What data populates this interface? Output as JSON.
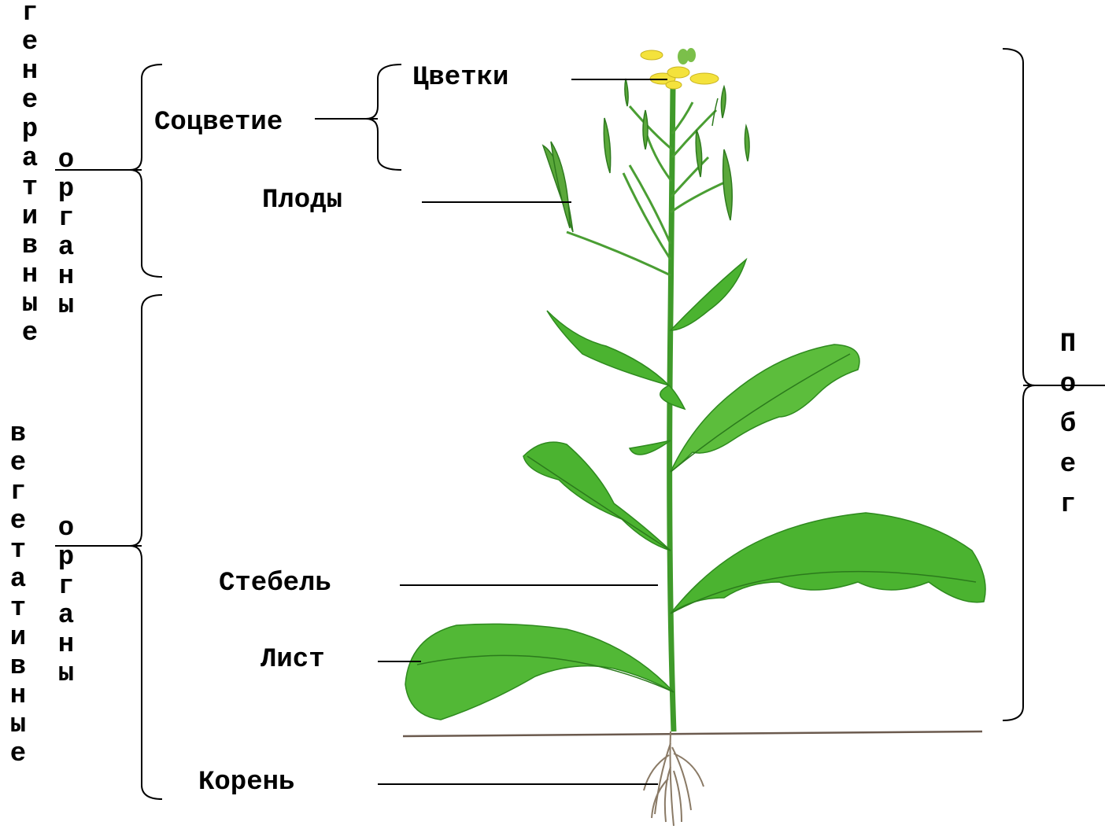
{
  "labels": {
    "generative_1": "генеративные",
    "generative_2": "органы",
    "vegetative_1": "вегетативные",
    "vegetative_2": "органы",
    "shoot": "Побег",
    "flowers": "Цветки",
    "inflorescence": "Соцветие",
    "fruits": "Плоды",
    "stem": "Стебель",
    "leaf": "Лист",
    "root": "Корень"
  },
  "colors": {
    "leaf": "#4bb330",
    "leaf_dark": "#2e8a1e",
    "leaf_light": "#7fd15a",
    "stem": "#3f9a2a",
    "flower": "#f4e23c",
    "ground_line": "#6b5a4e",
    "root": "#8a7a66"
  }
}
